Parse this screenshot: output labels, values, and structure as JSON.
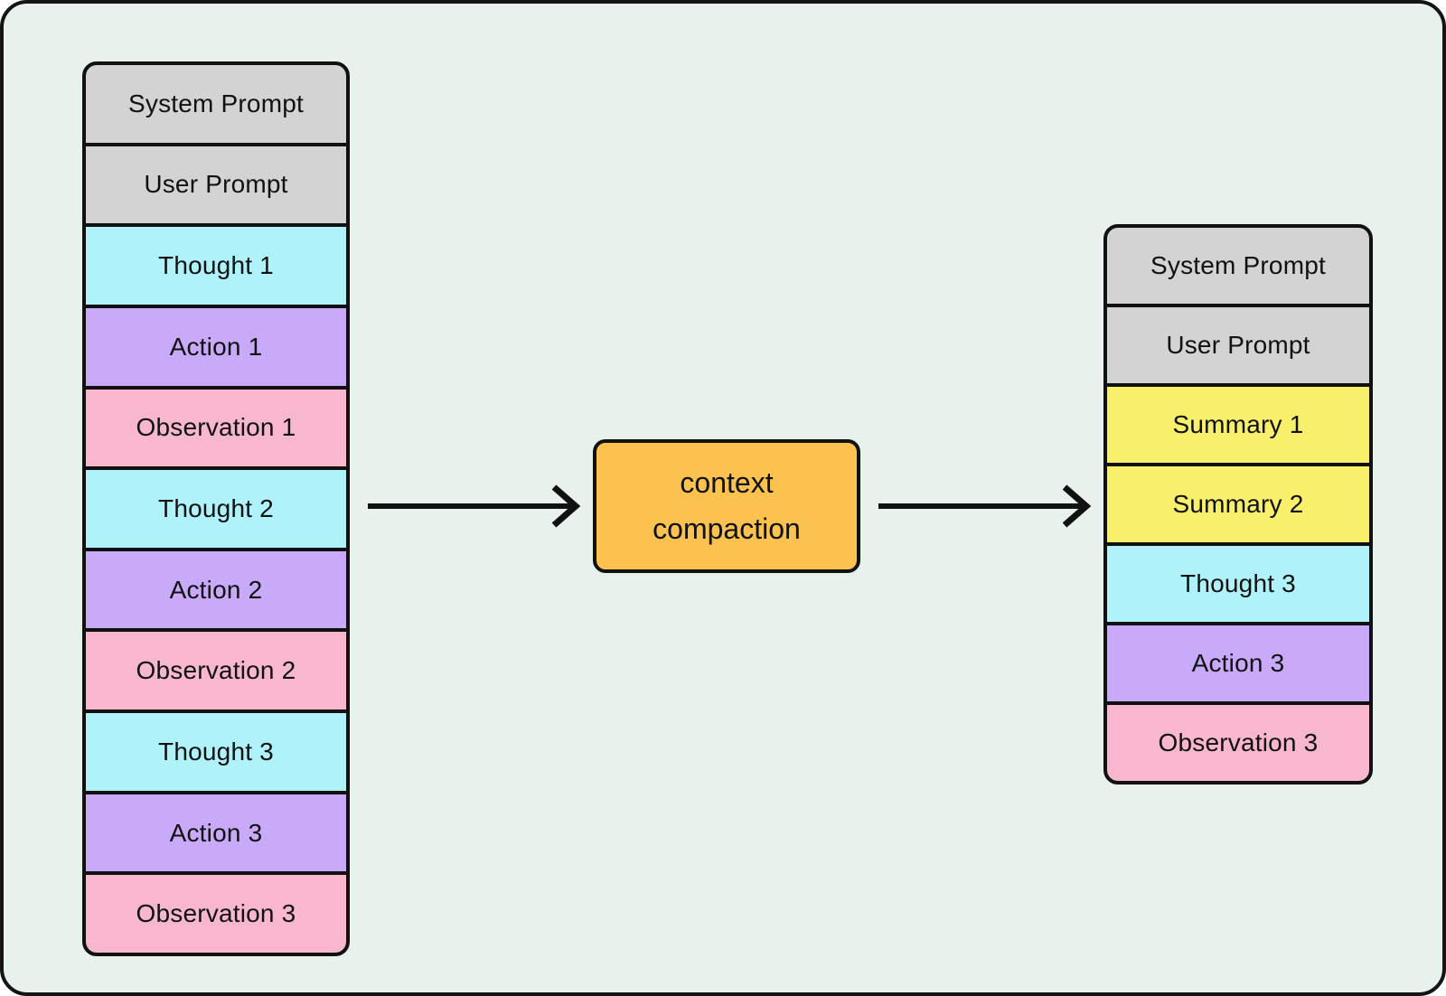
{
  "palette": {
    "background": "#e8f1ec",
    "frame_border": "#141414",
    "block_border": "#111111",
    "text": "#111111",
    "gray": "#d3d3d3",
    "cyan": "#aff2f9",
    "purple": "#c9a9fa",
    "pink": "#f9b7cf",
    "yellow": "#f8ef6b",
    "orange": "#fbc24f"
  },
  "left_stack": {
    "blocks": [
      {
        "label": "System Prompt",
        "color": "#d3d3d3"
      },
      {
        "label": "User Prompt",
        "color": "#d3d3d3"
      },
      {
        "label": "Thought 1",
        "color": "#aff2f9"
      },
      {
        "label": "Action 1",
        "color": "#c9a9fa"
      },
      {
        "label": "Observation 1",
        "color": "#f9b7cf"
      },
      {
        "label": "Thought 2",
        "color": "#aff2f9"
      },
      {
        "label": "Action 2",
        "color": "#c9a9fa"
      },
      {
        "label": "Observation 2",
        "color": "#f9b7cf"
      },
      {
        "label": "Thought 3",
        "color": "#aff2f9"
      },
      {
        "label": "Action 3",
        "color": "#c9a9fa"
      },
      {
        "label": "Observation 3",
        "color": "#f9b7cf"
      }
    ]
  },
  "process_box": {
    "line1": "context",
    "line2": "compaction",
    "color": "#fbc24f"
  },
  "right_stack": {
    "blocks": [
      {
        "label": "System Prompt",
        "color": "#d3d3d3"
      },
      {
        "label": "User Prompt",
        "color": "#d3d3d3"
      },
      {
        "label": "Summary 1",
        "color": "#f8ef6b"
      },
      {
        "label": "Summary 2",
        "color": "#f8ef6b"
      },
      {
        "label": "Thought 3",
        "color": "#aff2f9"
      },
      {
        "label": "Action 3",
        "color": "#c9a9fa"
      },
      {
        "label": "Observation 3",
        "color": "#f9b7cf"
      }
    ]
  }
}
